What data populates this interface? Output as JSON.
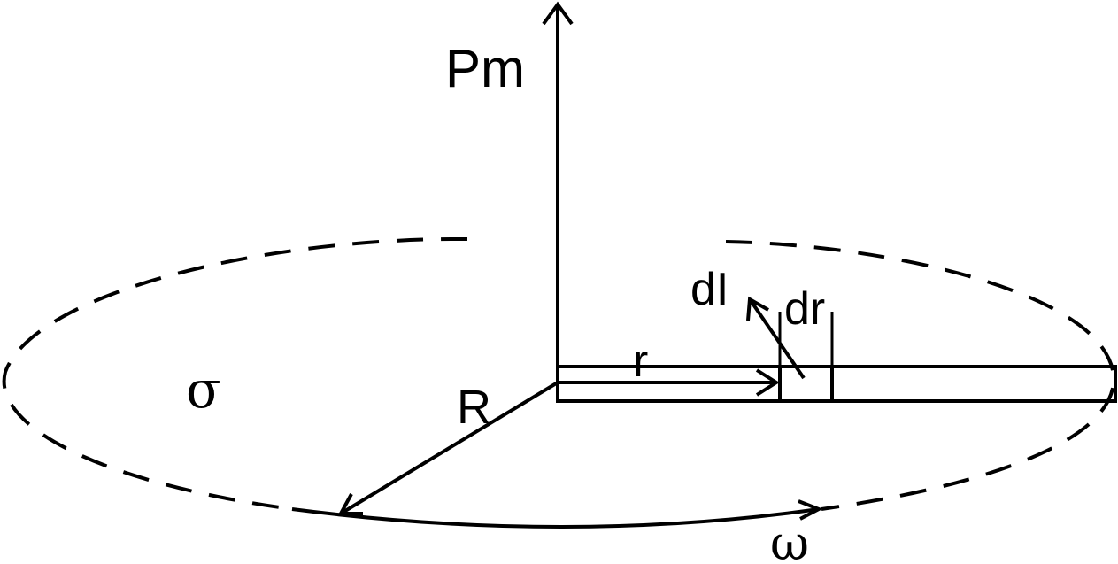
{
  "labels": {
    "moment": "Pm",
    "current_element": "dI",
    "ring_width": "dr",
    "radius_small": "r",
    "radius_disk": "R",
    "charge_density": "σ",
    "angular_velocity": "ω"
  },
  "colors": {
    "stroke": "#000000",
    "background": "#ffffff"
  }
}
